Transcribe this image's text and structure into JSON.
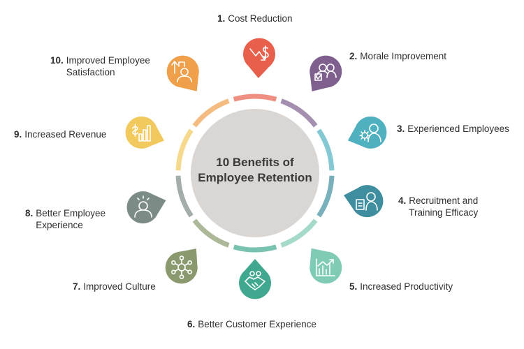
{
  "title": "10 Benefits of\nEmployee Retention",
  "benefits": [
    {
      "num": "1.",
      "label": "Cost Reduction",
      "color": "#E8604C",
      "icon": "cost-down-icon"
    },
    {
      "num": "2.",
      "label": "Morale Improvement",
      "color": "#7E5F8E",
      "icon": "team-check-icon"
    },
    {
      "num": "3.",
      "label": "Experienced Employees",
      "color": "#4FB0C0",
      "icon": "gear-person-icon"
    },
    {
      "num": "4.",
      "label": "Recruitment and\nTraining Efficacy",
      "color": "#3E8EA0",
      "icon": "document-person-icon"
    },
    {
      "num": "5.",
      "label": "Increased Productivity",
      "color": "#7FCBB5",
      "icon": "growth-chart-icon"
    },
    {
      "num": "6.",
      "label": "Better Customer Experience",
      "color": "#3FA88E",
      "icon": "handshake-icon"
    },
    {
      "num": "7.",
      "label": "Improved Culture",
      "color": "#8A9A6E",
      "icon": "network-icon"
    },
    {
      "num": "8.",
      "label": "Better Employee\nExperience",
      "color": "#7C8B86",
      "icon": "idea-person-icon"
    },
    {
      "num": "9.",
      "label": "Increased Revenue",
      "color": "#F2C95C",
      "icon": "revenue-chart-icon"
    },
    {
      "num": "10.",
      "label": "Improved Employee\nSatisfaction",
      "color": "#F0A04B",
      "icon": "person-up-icon"
    }
  ]
}
